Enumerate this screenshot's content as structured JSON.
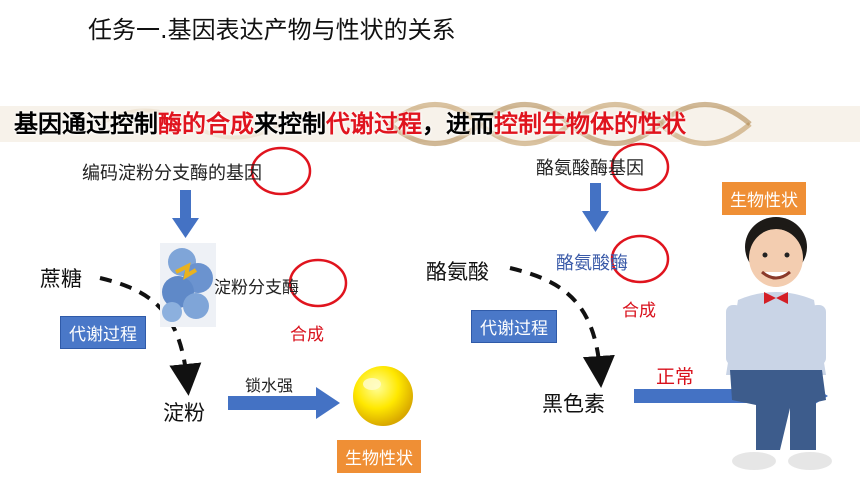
{
  "slide": {
    "title": "任务一.基因表达产物与性状的关系",
    "headline": {
      "parts": [
        "基因通过控制",
        "酶的合成",
        "来控制",
        "代谢过程",
        "，进而",
        "控制生物体的性状"
      ]
    },
    "left": {
      "gene_label": "编码淀粉分支酶的基因",
      "substrate": "蔗糖",
      "enzyme_label": "淀粉分支酶",
      "synthesis": "合成",
      "process_label": "代谢过程",
      "product": "淀粉",
      "arrow_label": "锁水强",
      "trait_label": "生物性状"
    },
    "right": {
      "gene_label": "酪氨酸酶基因",
      "substrate": "酪氨酸",
      "enzyme_label": "酪氨酸酶",
      "synthesis": "合成",
      "process_label": "代谢过程",
      "product": "黑色素",
      "arrow_label": "正常",
      "trait_label": "生物性状"
    },
    "colors": {
      "accent_red": "#e0141e",
      "box_blue": "#4a78c8",
      "box_orange": "#ef8f35",
      "arrow_blue": "#4472c4"
    }
  }
}
